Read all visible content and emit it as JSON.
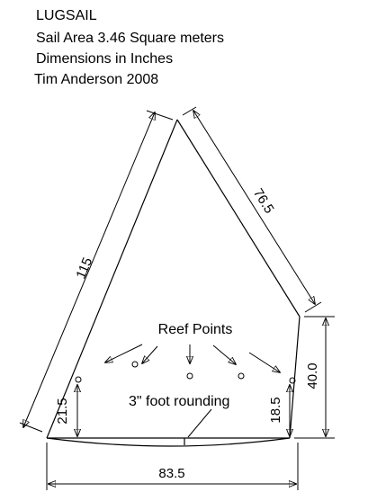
{
  "header": {
    "line1": "LUGSAIL",
    "line2": "Sail Area  3.46 Square meters",
    "line3": "Dimensions in Inches",
    "line4": "Tim Anderson 2008"
  },
  "dimensions": {
    "luff": "115",
    "head": "76.5",
    "leech": "40.0",
    "foot": "83.5",
    "tack_reef_height": "21.5",
    "clew_reef_height": "18.5"
  },
  "labels": {
    "reef_points": "Reef Points",
    "foot_rounding": "3\" foot rounding"
  }
}
